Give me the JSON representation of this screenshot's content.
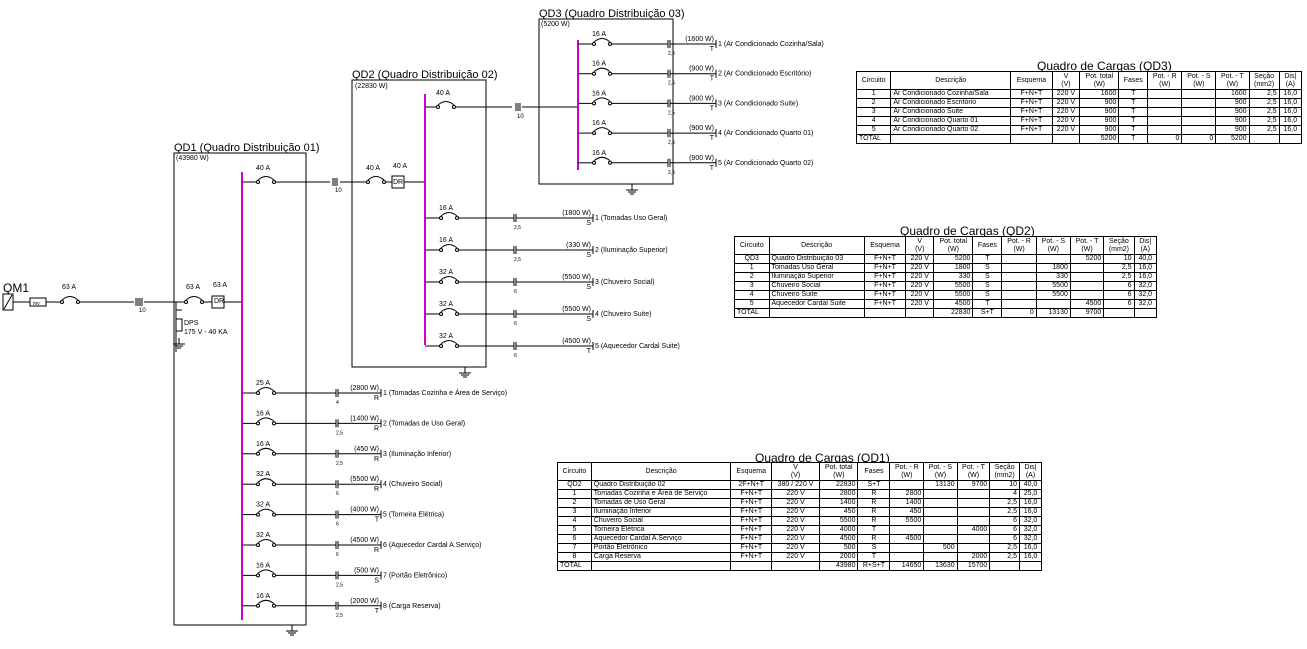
{
  "qm1": {
    "label": "QM1",
    "main_breaker": "63 A",
    "cable": "10"
  },
  "qd1": {
    "title": "QD1 (Quadro Distribuição 01)",
    "power": "(43980 W)",
    "main_breaker": "63 A",
    "dr_breaker": "63 A",
    "dr_label": "DR",
    "dps_label": "DPS",
    "dps_rating": "175 V - 40 KA",
    "feeder_breaker": "40 A",
    "feeder_cable": "10",
    "circuits": [
      {
        "breaker": "25 A",
        "cable": "4",
        "power": "(2800 W)",
        "phase": "R",
        "label": "1 (Tomadas Cozinha e Área de Serviço)"
      },
      {
        "breaker": "16 A",
        "cable": "2,5",
        "power": "(1400 W)",
        "phase": "R",
        "label": "2 (Tomadas de Uso Geral)"
      },
      {
        "breaker": "16 A",
        "cable": "2,5",
        "power": "(450 W)",
        "phase": "R",
        "label": "3 (Iluminação Inferior)"
      },
      {
        "breaker": "32 A",
        "cable": "6",
        "power": "(5500 W)",
        "phase": "R",
        "label": "4 (Chuveiro Social)"
      },
      {
        "breaker": "32 A",
        "cable": "6",
        "power": "(4000 W)",
        "phase": "T",
        "label": "5 (Torneira Elétrica)"
      },
      {
        "breaker": "32 A",
        "cable": "6",
        "power": "(4500 W)",
        "phase": "R",
        "label": "6 (Aquecedor Cardal A.Serviço)"
      },
      {
        "breaker": "16 A",
        "cable": "2,5",
        "power": "(500 W)",
        "phase": "S",
        "label": "7 (Portão Eletrônico)"
      },
      {
        "breaker": "16 A",
        "cable": "2,5",
        "power": "(2000 W)",
        "phase": "T",
        "label": "8 (Carga Reserva)"
      }
    ]
  },
  "qd2": {
    "title": "QD2 (Quadro Distribuição 02)",
    "power": "(22830 W)",
    "main_breaker": "40 A",
    "dr_breaker": "40 A",
    "dr_label": "DR",
    "feeder_breaker": "40 A",
    "feeder_cable": "10",
    "circuits": [
      {
        "breaker": "16 A",
        "cable": "2,5",
        "power": "(1800 W)",
        "phase": "S",
        "label": "1 (Tomadas Uso Geral)"
      },
      {
        "breaker": "16 A",
        "cable": "2,5",
        "power": "(330 W)",
        "phase": "S",
        "label": "2 (Iluminação Superior)"
      },
      {
        "breaker": "32 A",
        "cable": "6",
        "power": "(5500 W)",
        "phase": "S",
        "label": "3 (Chuveiro Social)"
      },
      {
        "breaker": "32 A",
        "cable": "6",
        "power": "(5500 W)",
        "phase": "S",
        "label": "4 (Chuveiro Suite)"
      },
      {
        "breaker": "32 A",
        "cable": "6",
        "power": "(4500 W)",
        "phase": "T",
        "label": "5 (Aquecedor Cardal Suite)"
      }
    ]
  },
  "qd3": {
    "title": "QD3 (Quadro Distribuição 03)",
    "power": "(5200 W)",
    "circuits": [
      {
        "breaker": "16 A",
        "cable": "2,5",
        "power": "(1600 W)",
        "phase": "T",
        "label": "1 (Ar Condicionado Cozinha/Sala)"
      },
      {
        "breaker": "16 A",
        "cable": "2,5",
        "power": "(900 W)",
        "phase": "T",
        "label": "2 (Ar Condicionado Escritório)"
      },
      {
        "breaker": "16 A",
        "cable": "2,5",
        "power": "(900 W)",
        "phase": "T",
        "label": "3 (Ar Condicionado Suite)"
      },
      {
        "breaker": "16 A",
        "cable": "2,5",
        "power": "(900 W)",
        "phase": "T",
        "label": "4 (Ar Condicionado Quarto 01)"
      },
      {
        "breaker": "16 A",
        "cable": "2,5",
        "power": "(900 W)",
        "phase": "T",
        "label": "5 (Ar Condicionado Quarto 02)"
      }
    ]
  },
  "tables": {
    "qd3": {
      "title": "Quadro de Cargas (QD3)",
      "headers": [
        "Circuito",
        "Descrição",
        "Esquema",
        "V\n(V)",
        "Pot. total\n(W)",
        "Fases",
        "Pot. - R\n(W)",
        "Pot. - S\n(W)",
        "Pot. - T\n(W)",
        "Seção\n(mm2)",
        "Dis|\n(A)"
      ],
      "rows": [
        [
          "1",
          "Ar Condicionado Cozinha/Sala",
          "F+N+T",
          "220 V",
          "1600",
          "T",
          "",
          "",
          "1600",
          "2,5",
          "16,0"
        ],
        [
          "2",
          "Ar Condicionado Escritório",
          "F+N+T",
          "220 V",
          "900",
          "T",
          "",
          "",
          "900",
          "2,5",
          "16,0"
        ],
        [
          "3",
          "Ar Condicionado Suite",
          "F+N+T",
          "220 V",
          "900",
          "T",
          "",
          "",
          "900",
          "2,5",
          "16,0"
        ],
        [
          "4",
          "Ar Condicionado Quarto 01",
          "F+N+T",
          "220 V",
          "900",
          "T",
          "",
          "",
          "900",
          "2,5",
          "16,0"
        ],
        [
          "5",
          "Ar Condicionado Quarto 02",
          "F+N+T",
          "220 V",
          "900",
          "T",
          "",
          "",
          "900",
          "2,5",
          "16,0"
        ]
      ],
      "total": [
        "TOTAL",
        "",
        "",
        "",
        "5200",
        "T",
        "0",
        "0",
        "5200",
        "",
        ""
      ]
    },
    "qd2": {
      "title": "Quadro de Cargas (QD2)",
      "headers": [
        "Circuito",
        "Descrição",
        "Esquema",
        "V\n(V)",
        "Pot. total\n(W)",
        "Fases",
        "Pot. - R\n(W)",
        "Pot. - S\n(W)",
        "Pot. - T\n(W)",
        "Seção\n(mm2)",
        "Dis|\n(A)"
      ],
      "rows": [
        [
          "QD3",
          "Quadro Distribuição 03",
          "F+N+T",
          "220 V",
          "5200",
          "T",
          "",
          "",
          "5200",
          "10",
          "40,0"
        ],
        [
          "1",
          "Tomadas Uso Geral",
          "F+N+T",
          "220 V",
          "1800",
          "S",
          "",
          "1800",
          "",
          "2,5",
          "16,0"
        ],
        [
          "2",
          "Iluminação Superior",
          "F+N+T",
          "220 V",
          "330",
          "S",
          "",
          "330",
          "",
          "2,5",
          "16,0"
        ],
        [
          "3",
          "Chuveiro Social",
          "F+N+T",
          "220 V",
          "5500",
          "S",
          "",
          "5500",
          "",
          "6",
          "32,0"
        ],
        [
          "4",
          "Chuveiro Suite",
          "F+N+T",
          "220 V",
          "5500",
          "S",
          "",
          "5500",
          "",
          "6",
          "32,0"
        ],
        [
          "5",
          "Aquecedor Cardal Suite",
          "F+N+T",
          "220 V",
          "4500",
          "T",
          "",
          "",
          "4500",
          "6",
          "32,0"
        ]
      ],
      "total": [
        "TOTAL",
        "",
        "",
        "",
        "22830",
        "S+T",
        "0",
        "13130",
        "9700",
        "",
        ""
      ]
    },
    "qd1": {
      "title": "Quadro de Cargas (QD1)",
      "headers": [
        "Circuito",
        "Descrição",
        "Esquema",
        "V\n(V)",
        "Pot. total\n(W)",
        "Fases",
        "Pot. - R\n(W)",
        "Pot. - S\n(W)",
        "Pot. - T\n(W)",
        "Seção\n(mm2)",
        "Dis|\n(A)"
      ],
      "rows": [
        [
          "QD2",
          "Quadro Distribuição 02",
          "2F+N+T",
          "380 / 220 V",
          "22830",
          "S+T",
          "",
          "13130",
          "9700",
          "10",
          "40,0"
        ],
        [
          "1",
          "Tomadas Cozinha e Área de Serviço",
          "F+N+T",
          "220 V",
          "2800",
          "R",
          "2800",
          "",
          "",
          "4",
          "25,0"
        ],
        [
          "2",
          "Tomadas de Uso Geral",
          "F+N+T",
          "220 V",
          "1400",
          "R",
          "1400",
          "",
          "",
          "2,5",
          "16,0"
        ],
        [
          "3",
          "Iluminação Inferior",
          "F+N+T",
          "220 V",
          "450",
          "R",
          "450",
          "",
          "",
          "2,5",
          "16,0"
        ],
        [
          "4",
          "Chuveiro Social",
          "F+N+T",
          "220 V",
          "5500",
          "R",
          "5500",
          "",
          "",
          "6",
          "32,0"
        ],
        [
          "5",
          "Torneira Elétrica",
          "F+N+T",
          "220 V",
          "4000",
          "T",
          "",
          "",
          "4000",
          "6",
          "32,0"
        ],
        [
          "6",
          "Aquecedor Cardal A.Serviço",
          "F+N+T",
          "220 V",
          "4500",
          "R",
          "4500",
          "",
          "",
          "6",
          "32,0"
        ],
        [
          "7",
          "Portão Eletrônico",
          "F+N+T",
          "220 V",
          "500",
          "S",
          "",
          "500",
          "",
          "2,5",
          "16,0"
        ],
        [
          "8",
          "Carga Reserva",
          "F+N+T",
          "220 V",
          "2000",
          "T",
          "",
          "",
          "2000",
          "2,5",
          "16,0"
        ]
      ],
      "total": [
        "TOTAL",
        "",
        "",
        "",
        "43980",
        "R+S+T",
        "14650",
        "13630",
        "15700",
        "",
        ""
      ]
    }
  }
}
